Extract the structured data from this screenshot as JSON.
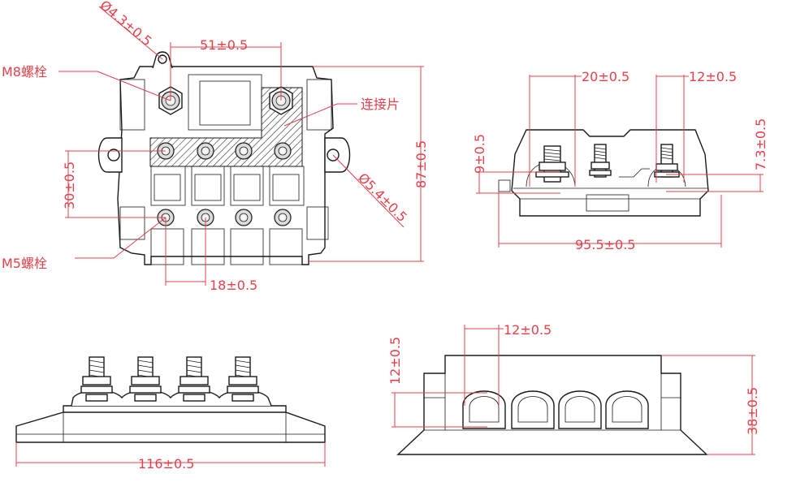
{
  "top_view": {
    "hole_small_label": "Ø4.3±0.5",
    "width_label": "51±0.5",
    "m8_label": "M8螺栓",
    "link_label": "连接片",
    "height_label": "87±0.5",
    "row_spacing_label": "30±0.5",
    "hole_large_label": "Ø5.4±0.5",
    "m5_label": "M5螺栓",
    "pitch_label": "18±0.5"
  },
  "side_view": {
    "left_label": "20±0.5",
    "right_label": "12±0.5",
    "left_height_label": "9±0.5",
    "right_height_label": "7.3±0.5",
    "width_label": "95.5±0.5"
  },
  "front_view": {
    "width_label": "116±0.5"
  },
  "end_view": {
    "slot_width_label": "12±0.5",
    "slot_height_label": "12±0.5",
    "height_label": "38±0.5"
  }
}
